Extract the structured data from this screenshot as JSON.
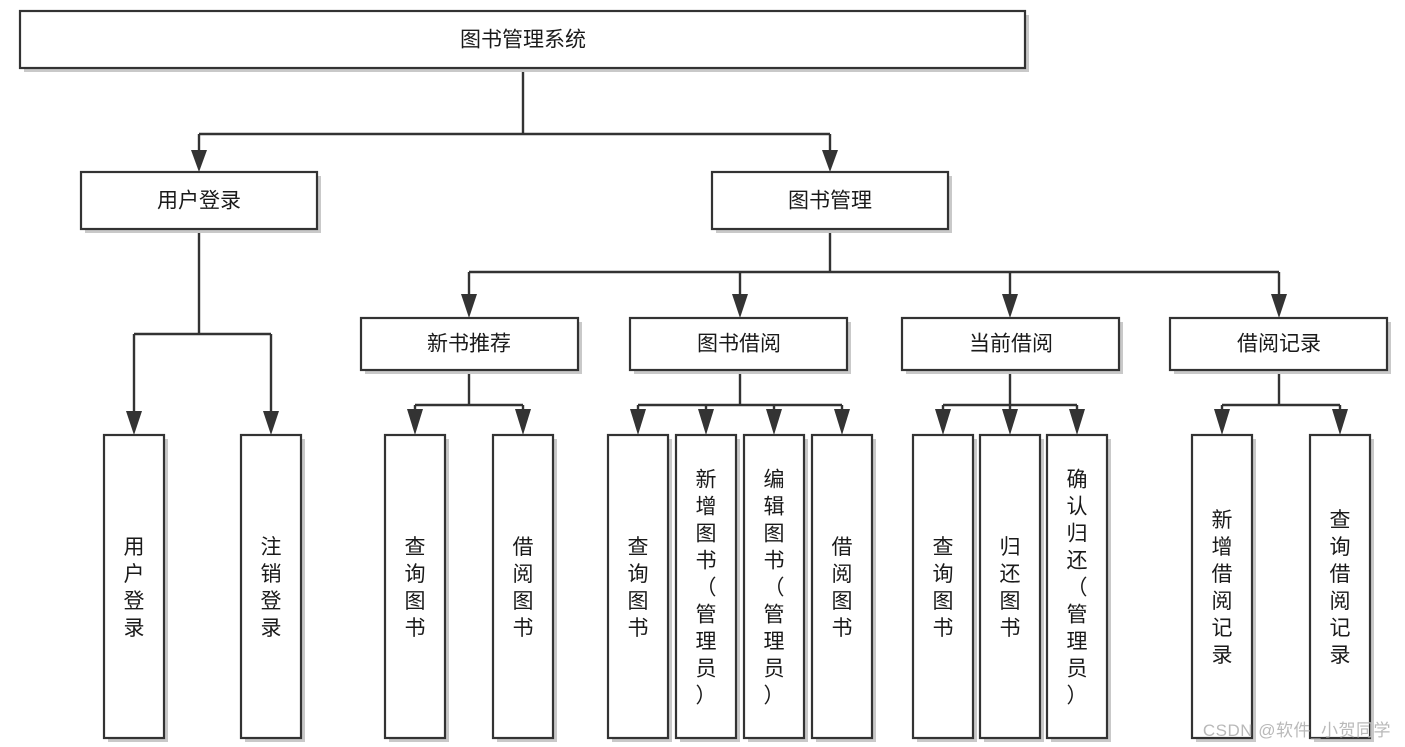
{
  "diagram": {
    "type": "tree-hierarchy",
    "title": "图书管理系统",
    "watermark": "CSDN @软件_小贺同学",
    "colors": {
      "stroke": "#333333",
      "fill": "#ffffff",
      "text": "#1a1a1a",
      "watermark": "#b9b9b9"
    },
    "levels": [
      {
        "level": 1,
        "nodes": [
          {
            "id": "root",
            "label": "图书管理系统",
            "orientation": "horizontal"
          }
        ]
      },
      {
        "level": 2,
        "nodes": [
          {
            "id": "login",
            "label": "用户登录",
            "orientation": "horizontal",
            "parent": "root"
          },
          {
            "id": "bookmgmt",
            "label": "图书管理",
            "orientation": "horizontal",
            "parent": "root"
          }
        ]
      },
      {
        "level": 3,
        "nodes": [
          {
            "id": "newbook",
            "label": "新书推荐",
            "orientation": "horizontal",
            "parent": "bookmgmt"
          },
          {
            "id": "borrow",
            "label": "图书借阅",
            "orientation": "horizontal",
            "parent": "bookmgmt"
          },
          {
            "id": "current",
            "label": "当前借阅",
            "orientation": "horizontal",
            "parent": "bookmgmt"
          },
          {
            "id": "records",
            "label": "借阅记录",
            "orientation": "horizontal",
            "parent": "bookmgmt"
          }
        ]
      },
      {
        "level": 4,
        "nodes": [
          {
            "id": "leaf-1",
            "label": "用户登录",
            "orientation": "vertical",
            "parent": "login"
          },
          {
            "id": "leaf-2",
            "label": "注销登录",
            "orientation": "vertical",
            "parent": "login"
          },
          {
            "id": "leaf-3",
            "label": "查询图书",
            "orientation": "vertical",
            "parent": "newbook"
          },
          {
            "id": "leaf-4",
            "label": "借阅图书",
            "orientation": "vertical",
            "parent": "newbook"
          },
          {
            "id": "leaf-5",
            "label": "查询图书",
            "orientation": "vertical",
            "parent": "borrow"
          },
          {
            "id": "leaf-6",
            "label": "新增图书（管理员）",
            "orientation": "vertical",
            "parent": "borrow"
          },
          {
            "id": "leaf-7",
            "label": "编辑图书（管理员）",
            "orientation": "vertical",
            "parent": "borrow"
          },
          {
            "id": "leaf-8",
            "label": "借阅图书",
            "orientation": "vertical",
            "parent": "borrow"
          },
          {
            "id": "leaf-9",
            "label": "查询图书",
            "orientation": "vertical",
            "parent": "current"
          },
          {
            "id": "leaf-10",
            "label": "归还图书",
            "orientation": "vertical",
            "parent": "current"
          },
          {
            "id": "leaf-11",
            "label": "确认归还（管理员）",
            "orientation": "vertical",
            "parent": "current"
          },
          {
            "id": "leaf-12",
            "label": "新增借阅记录",
            "orientation": "vertical",
            "parent": "records"
          },
          {
            "id": "leaf-13",
            "label": "查询借阅记录",
            "orientation": "vertical",
            "parent": "records"
          }
        ]
      }
    ]
  }
}
